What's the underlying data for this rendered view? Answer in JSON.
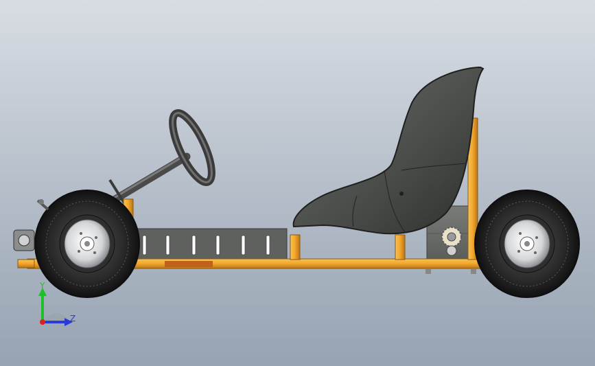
{
  "viewport": {
    "background_top": "#d8dde3",
    "background_bottom": "#97a3b2",
    "frame_color": "#f2a52a",
    "tire_color": "#2b2b2b",
    "seat_color": "#4a4d4a"
  },
  "triad": {
    "y_label": "Y",
    "z_label": "Z",
    "y_color": "#1fbf2a",
    "z_color": "#2a3bd8",
    "x_color": "#e02020"
  },
  "model": {
    "parts": [
      "chassis-frame",
      "front-wheel",
      "rear-wheel",
      "seat",
      "steering-wheel",
      "steering-column",
      "engine-plate",
      "sprocket"
    ]
  }
}
